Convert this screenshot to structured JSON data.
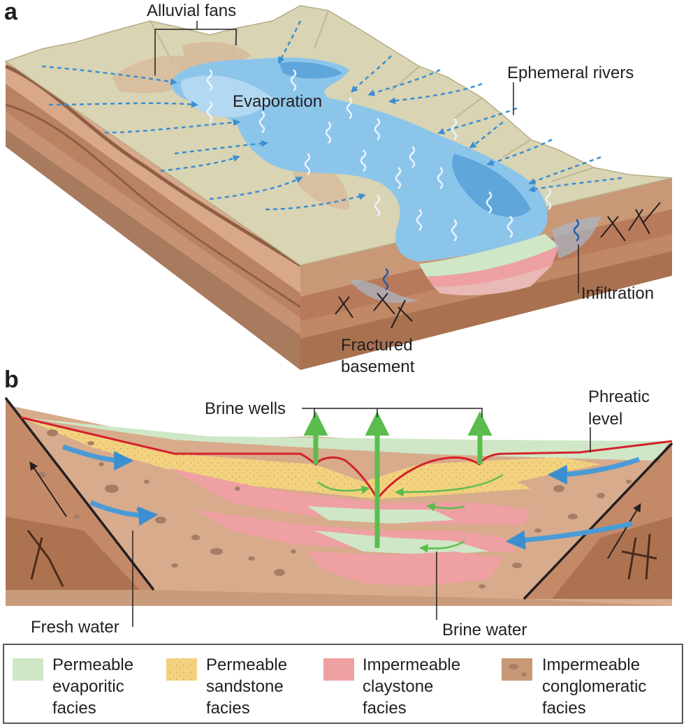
{
  "panel_a": {
    "letter": "a",
    "labels": {
      "alluvial_fans": "Alluvial fans",
      "evaporation": "Evaporation",
      "ephemeral_rivers": "Ephemeral rivers",
      "infiltration": "Infiltration",
      "fractured_basement_1": "Fractured",
      "fractured_basement_2": "basement"
    }
  },
  "panel_b": {
    "letter": "b",
    "labels": {
      "brine_wells": "Brine wells",
      "phreatic_1": "Phreatic",
      "phreatic_2": "level",
      "fresh_water": "Fresh water",
      "brine_water": "Brine water"
    }
  },
  "legend": [
    {
      "lines": [
        "Permeable",
        "evaporitic",
        "facies"
      ],
      "color": "#cfe7c6"
    },
    {
      "lines": [
        "Permeable",
        "sandstone",
        "facies"
      ],
      "color": "#f2d27f"
    },
    {
      "lines": [
        "Impermeable",
        "claystone",
        "facies"
      ],
      "color": "#eea0a2"
    },
    {
      "lines": [
        "Impermeable",
        "conglomeratic",
        "facies"
      ],
      "color": "#c99877"
    }
  ],
  "colors": {
    "terrain": "#d9d4b4",
    "lake": "#8cc5ea",
    "lake_deep": "#5fa6db",
    "river": "#3b8fd0",
    "fresh_arrow": "#4a9bd6",
    "brine_arrow": "#5bbd4e",
    "phreatic_line": "#d4212b",
    "fault": "#231f20"
  }
}
